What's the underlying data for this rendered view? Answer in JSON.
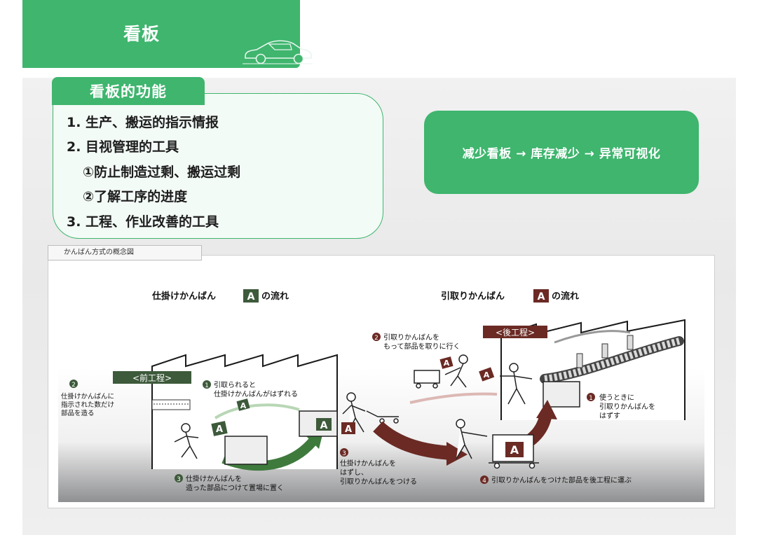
{
  "slide": {
    "title": "看板"
  },
  "functions": {
    "header": "看板的功能",
    "items": [
      "1. 生产、搬运的指示情报",
      "2. 目视管理的工具",
      "①防止制造过剩、搬运过剩",
      "②了解工序的进度",
      "3. 工程、作业改善的工具"
    ]
  },
  "flow": {
    "text": "减少看板 → 库存减少 → 异常可视化"
  },
  "diagram": {
    "label": "かんばん方式の概念図",
    "left_heading": "仕掛けかんばん",
    "left_heading_suffix": "の流れ",
    "right_heading": "引取りかんばん",
    "right_heading_suffix": "の流れ",
    "kanban_letter": "A",
    "prev_process": "<前工程>",
    "next_process": "<後工程>",
    "step1_left": [
      "引取られると",
      "仕掛けかんばんがはずれる"
    ],
    "step2_left": [
      "仕掛けかんばんに",
      "指示された数だけ",
      "部品を造る"
    ],
    "step3_left": [
      "仕掛けかんばんを",
      "造った部品につけて置場に置く"
    ],
    "step2_right": [
      "引取りかんばんを",
      "もって部品を取りに行く"
    ],
    "step1_right": [
      "使うときに",
      "引取りかんばんを",
      "はずす"
    ],
    "step3_mid": [
      "仕掛けかんばんを",
      "はずし、",
      "引取りかんばんをつける"
    ],
    "step4_right": "引取りかんばんをつけた部品を後工程に運ぶ",
    "num": {
      "n1": "1",
      "n2": "2",
      "n3": "3",
      "n4": "4"
    }
  },
  "colors": {
    "accent": "#3fb56e",
    "kanban_dark": "#3d5a3a",
    "arrow_brown": "#6b2a24",
    "arrow_green": "#3f7a3d"
  }
}
